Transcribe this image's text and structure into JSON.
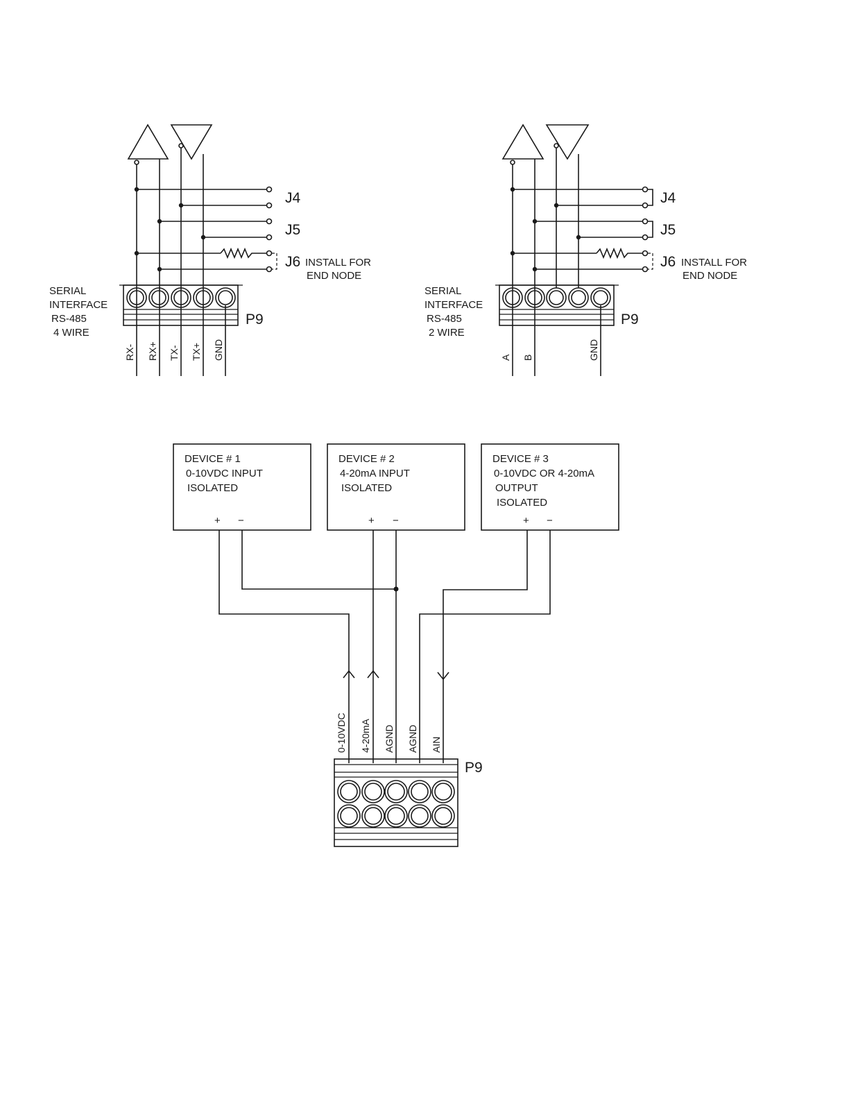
{
  "diagram_4wire": {
    "jumpers": {
      "j4": "J4",
      "j5": "J5",
      "j6": "J6"
    },
    "install_note_1": "INSTALL FOR",
    "install_note_2": "END NODE",
    "connector": "P9",
    "interface_lines": [
      "SERIAL",
      "INTERFACE",
      "RS-485",
      "4 WIRE"
    ],
    "pins": [
      "RX-",
      "RX+",
      "TX-",
      "TX+",
      "GND"
    ]
  },
  "diagram_2wire": {
    "jumpers": {
      "j4": "J4",
      "j5": "J5",
      "j6": "J6"
    },
    "install_note_1": "INSTALL FOR",
    "install_note_2": "END NODE",
    "connector": "P9",
    "interface_lines": [
      "SERIAL",
      "INTERFACE",
      "RS-485",
      "2 WIRE"
    ],
    "pins": [
      "A",
      "B",
      "GND"
    ]
  },
  "analog": {
    "devices": [
      {
        "lines": [
          "DEVICE # 1",
          "0-10VDC INPUT",
          "ISOLATED"
        ],
        "plus": "+",
        "minus": "−"
      },
      {
        "lines": [
          "DEVICE # 2",
          "4-20mA INPUT",
          "ISOLATED"
        ],
        "plus": "+",
        "minus": "−"
      },
      {
        "lines": [
          "DEVICE # 3",
          "0-10VDC OR 4-20mA",
          "OUTPUT",
          "ISOLATED"
        ],
        "plus": "+",
        "minus": "−"
      }
    ],
    "pins": [
      "0-10VDC",
      "4-20mA",
      "AGND",
      "AGND",
      "AIN"
    ],
    "connector": "P9"
  }
}
